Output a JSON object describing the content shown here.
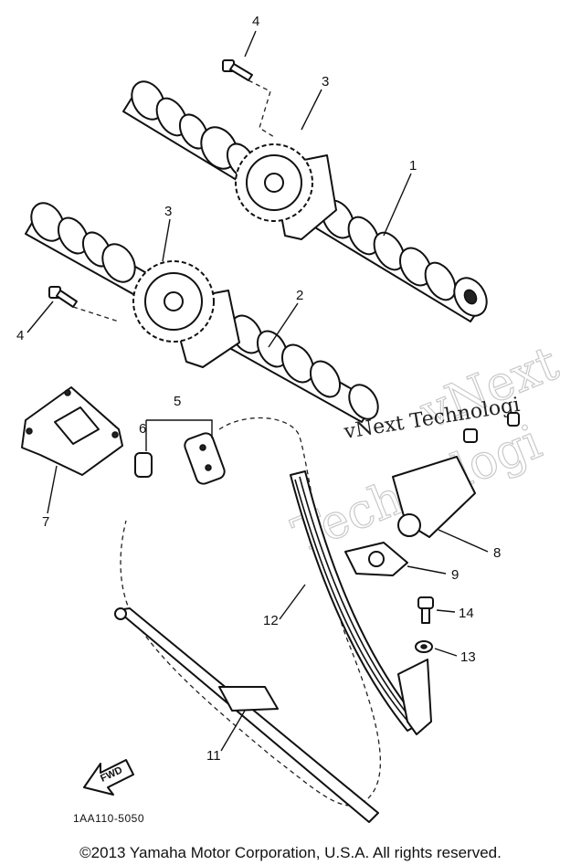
{
  "diagram": {
    "callouts": [
      "1",
      "2",
      "3",
      "3",
      "4",
      "4",
      "5",
      "6",
      "7",
      "8",
      "9",
      "11",
      "12",
      "13",
      "14"
    ],
    "part_code": "1AA110-5050",
    "fwd_label": "FWD",
    "watermark": [
      "vNext",
      "vNext Technologi",
      "Technologi"
    ]
  },
  "footer": {
    "copyright": "©2013 Yamaha Motor Corporation, U.S.A. All rights reserved."
  }
}
